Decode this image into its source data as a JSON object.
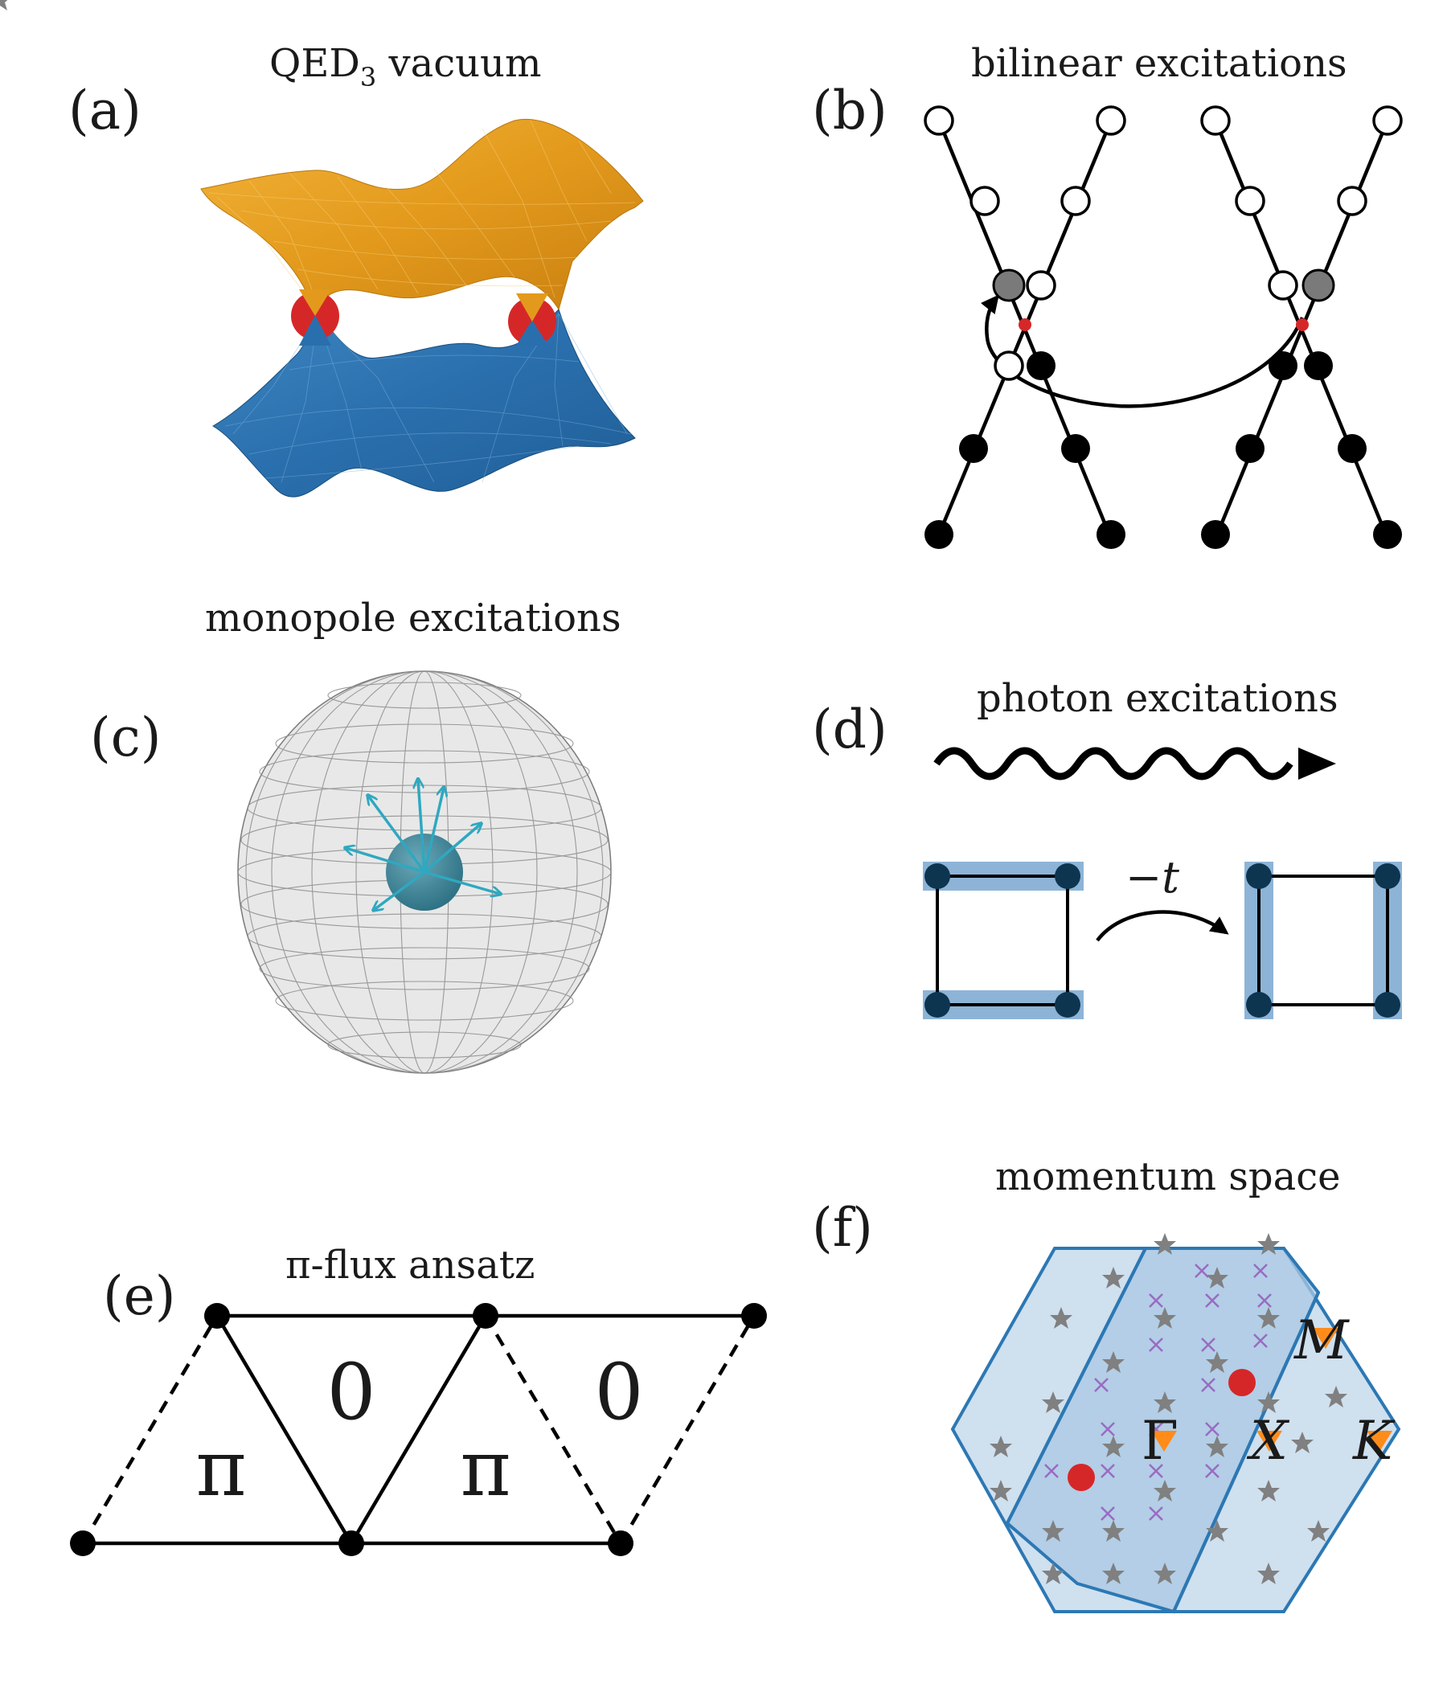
{
  "panels": {
    "a": {
      "tag": "(a)",
      "title_main": "QED",
      "title_sub": "3",
      "title_rest": " vacuum"
    },
    "b": {
      "tag": "(b)",
      "title": "bilinear excitations"
    },
    "c": {
      "tag": "(c)",
      "title": "monopole excitations"
    },
    "d": {
      "tag": "(d)",
      "title": "photon excitations",
      "hop_label": "−t"
    },
    "e": {
      "tag": "(e)",
      "title": "π-flux ansatz",
      "flux_labels": [
        "π",
        "0",
        "π",
        "0"
      ]
    },
    "f": {
      "tag": "(f)",
      "title": "momentum space",
      "points": {
        "gamma": "Γ",
        "x": "X",
        "m": "M",
        "k": "K"
      }
    }
  },
  "colors": {
    "upper_band": "#e8a020",
    "lower_band": "#2f78b5",
    "dirac_node": "#d62728",
    "monopole_arrow": "#2fa8c0",
    "bond_highlight": "#8db4d6",
    "node_dark": "#0e3550",
    "bz_fill": "#cfe0ef",
    "bz_edge": "#2c78b4",
    "star": "#808080",
    "cross": "#9a6bc2",
    "high_sym_marker": "#ff8c1a"
  },
  "icons": [
    "wavy-photon-arrow",
    "curved-hop-arrow",
    "wire-sphere",
    "hexagon-brillouin-zone"
  ]
}
